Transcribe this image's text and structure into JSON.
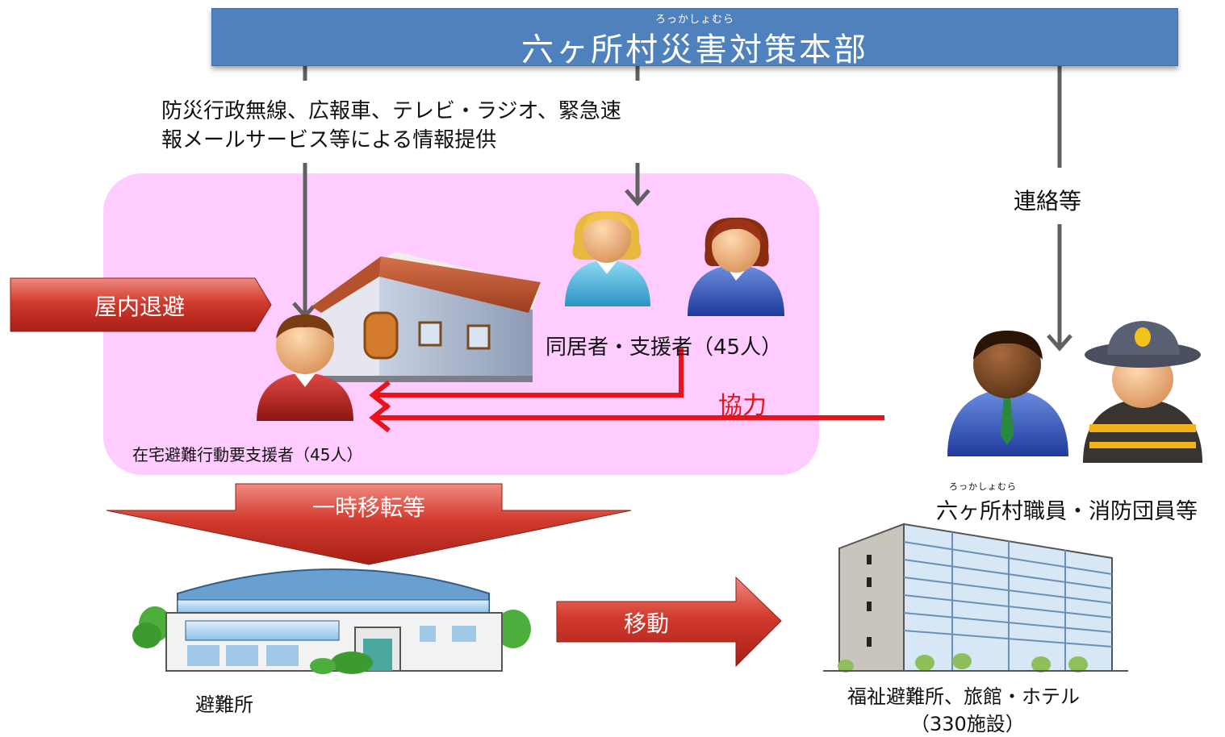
{
  "header": {
    "title": "六ヶ所村災害対策本部",
    "title_ruby": "ろっかしょむら"
  },
  "info_text": {
    "line1": "防災行政無線、広報車、テレビ・ラジオ、緊急速",
    "line2": "報メールサービス等による情報提供"
  },
  "liaison_label": "連絡等",
  "indoor_label": "屋内退避",
  "cohabitant_label": "同居者・支援者（45人）",
  "cooperation_label": "協力",
  "home_person_label": "在宅避難行動要支援者（45人）",
  "village_staff": {
    "ruby": "ろっかしょむら",
    "label": "六ヶ所村職員・消防団員等"
  },
  "relocation_label": "一時移転等",
  "move_label": "移動",
  "evacuation_center_label": "避難所",
  "welfare_shelter": {
    "line1": "福祉避難所、旅館・ホテル",
    "line2": "（330施設）"
  },
  "colors": {
    "header_blue": "#4f81bd",
    "pink_region": "#ffccff",
    "red_banner": "#c0392b",
    "cooperation_red": "#e8141a",
    "connector_gray": "#606060"
  }
}
